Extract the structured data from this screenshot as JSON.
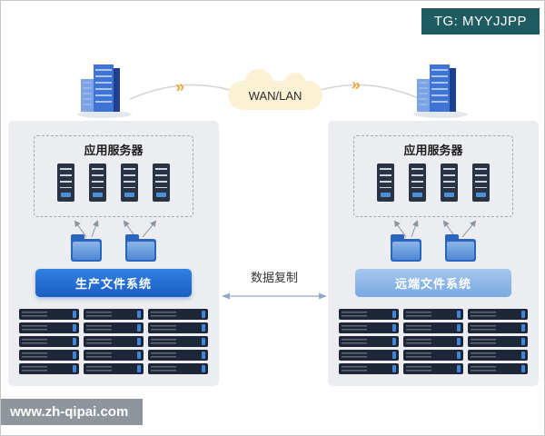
{
  "badge": {
    "label": "TG: MYYJJPP"
  },
  "network": {
    "cloud_label": "WAN/LAN",
    "chevrons": "»"
  },
  "replication": {
    "label": "数据复制"
  },
  "sites": {
    "left": {
      "app_server_label": "应用服务器",
      "file_system_label": "生产文件系统"
    },
    "right": {
      "app_server_label": "应用服务器",
      "file_system_label": "远端文件系统"
    }
  },
  "watermark": {
    "label": "www.zh-qipai.com"
  },
  "colors": {
    "primary_blue": "#1a5ec4",
    "remote_blue": "#7aa9e2",
    "storage_dark": "#1d2737",
    "storage_accent": "#3f86d8",
    "badge_teal": "#1e5c62",
    "cloud_fill": "#fbf2d5",
    "chevron_gold": "#e8a93c",
    "panel_gray": "#ebedf0"
  }
}
